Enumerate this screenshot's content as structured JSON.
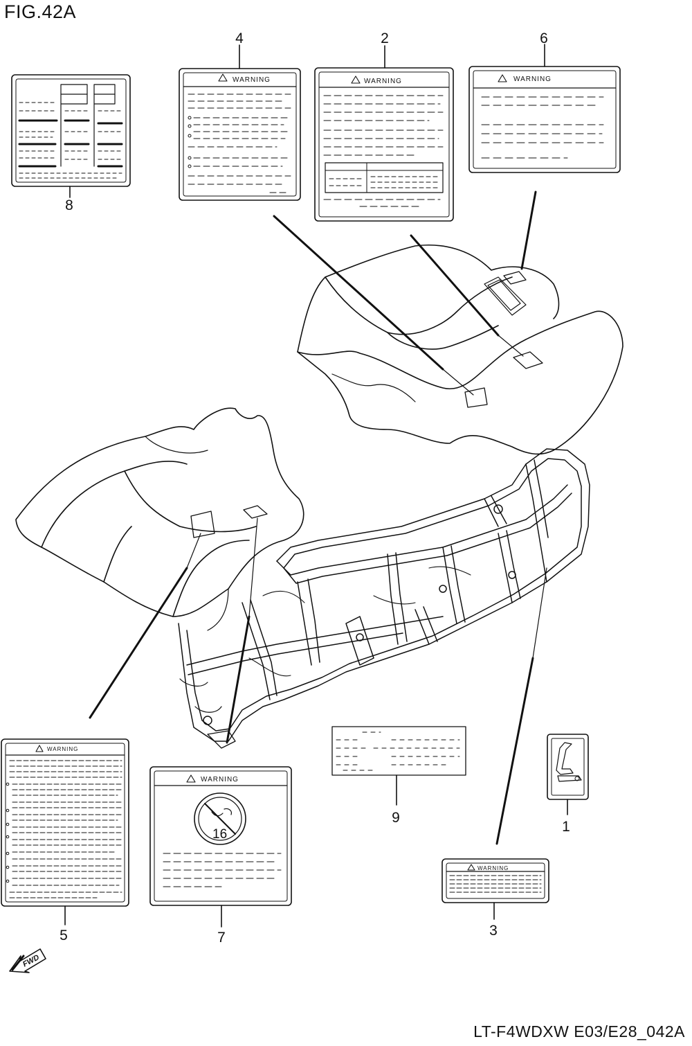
{
  "figure_title": "FIG.42A",
  "footer_code": "LT-F4WDXW E03/E28_042A",
  "fwd_label": "FWD",
  "warning_text": "WARNING",
  "under16_text": "16",
  "callouts": [
    "1",
    "2",
    "3",
    "4",
    "5",
    "6",
    "7",
    "8",
    "9"
  ]
}
